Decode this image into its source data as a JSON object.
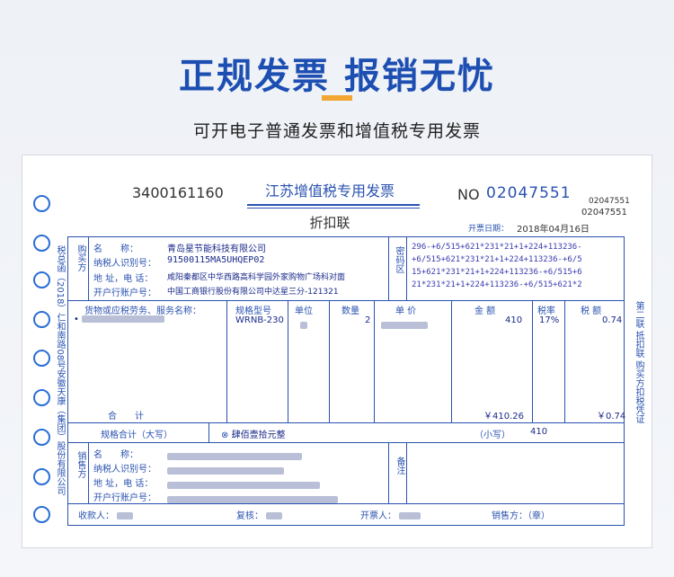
{
  "hero": {
    "title": "正规发票 报销无忧",
    "subtitle": "可开电子普通发票和增值税专用发票"
  },
  "invoice": {
    "code": "3400161160",
    "title": "江苏增值税专用发票",
    "copy_name": "折扣联",
    "no_label": "NO",
    "no_value": "02047551",
    "side_no_1": "02047551",
    "side_no_2": "02047551",
    "date_label": "开票日期：",
    "date_value": "2018年04月16日",
    "left_vertical": "税总函（2018）仁和南路08号安徽天康（集团）股份有限公司",
    "right_vertical": "第二联 抵扣联 购买方扣税凭证",
    "buyer": {
      "section_label": "购买方",
      "name_label": "名　　称：",
      "name_value": "青岛星节能科技有限公司",
      "tax_label": "纳税人识别号：",
      "tax_value": "91500115MA5UHQEP02",
      "addr_label": "地 址，电 话：",
      "addr_value": "咸阳秦都区中华西路高科学园外家购物广场科对面",
      "bank_label": "开户行账户号：",
      "bank_value": "中国工商银行股份有限公司中达星三分-121321"
    },
    "cipher": {
      "label": "密码区",
      "lines": [
        "296-+6/515+621*231*21+1+224+113236-",
        "+6/515+621*231*21+1+224+113236-+6/5",
        "15+621*231*21+1+224+113236-+6/515+6",
        "21*231*21+1+224+113236-+6/515+621*2"
      ]
    },
    "items": {
      "headers": {
        "name": "货物或应税劳务、服务名称：",
        "model": "规格型号",
        "unit": "单位",
        "qty": "数量",
        "price": "单 价",
        "amount": "金 额",
        "rate": "税率",
        "tax": "税 额"
      },
      "row": {
        "bullet": "•",
        "model": "WRNB-230",
        "qty": "2",
        "amount": "410",
        "rate": "17%",
        "tax": "0.74"
      },
      "total_label": "合　　计",
      "total_amount": "￥410.26",
      "total_tax": "￥0.74"
    },
    "grand_total": {
      "label": "规格合计（大写）",
      "words": "肆佰壹拾元整",
      "small_label": "（小写）",
      "small_value": "410"
    },
    "seller": {
      "section_label": "销售方",
      "name_label": "名　　称：",
      "tax_label": "纳税人识别号：",
      "addr_label": "地 址，电 话：",
      "bank_label": "开户行账户号：",
      "note_label": "备注"
    },
    "footer": {
      "payee": "收款人：",
      "reviewer": "复核：",
      "drawer": "开票人：",
      "seller": "销售方：（章）"
    }
  }
}
